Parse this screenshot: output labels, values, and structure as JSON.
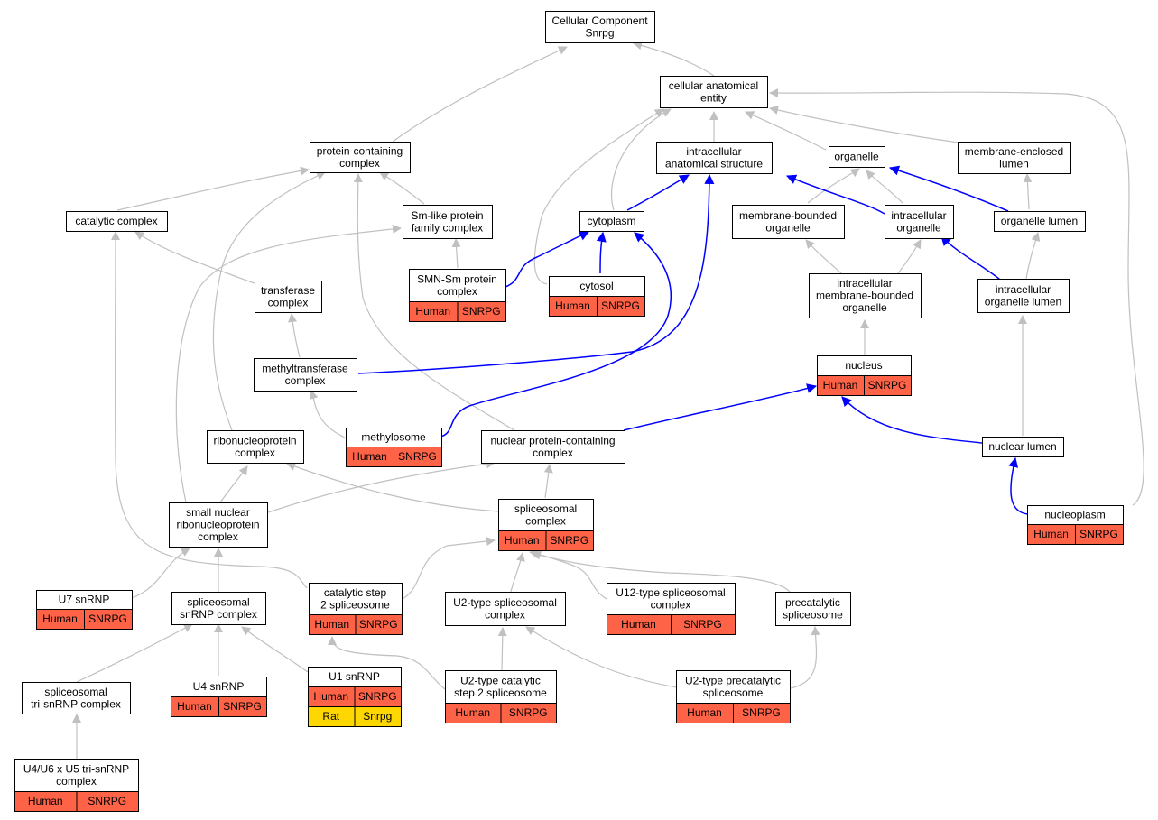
{
  "colors": {
    "human_cell": "#ff6347",
    "rat_cell": "#ffd700",
    "edge_default": "#c0c0c0",
    "edge_highlight": "#0000ff",
    "node_border": "#000000",
    "background": "#ffffff"
  },
  "nodes": {
    "root": {
      "lines": [
        "Cellular Component",
        "Snrpg"
      ]
    },
    "cellular_anatomical_entity": {
      "lines": [
        "cellular anatomical",
        "entity"
      ]
    },
    "protein_containing_complex": {
      "lines": [
        "protein-containing",
        "complex"
      ]
    },
    "intracellular_anatomical_structure": {
      "lines": [
        "intracellular",
        "anatomical structure"
      ]
    },
    "organelle": {
      "lines": [
        "organelle"
      ]
    },
    "membrane_enclosed_lumen": {
      "lines": [
        "membrane-enclosed",
        "lumen"
      ]
    },
    "catalytic_complex": {
      "lines": [
        "catalytic complex"
      ]
    },
    "sm_like_protein_family_complex": {
      "lines": [
        "Sm-like protein",
        "family complex"
      ]
    },
    "cytoplasm": {
      "lines": [
        "cytoplasm"
      ]
    },
    "membrane_bounded_organelle": {
      "lines": [
        "membrane-bounded",
        "organelle"
      ]
    },
    "intracellular_organelle": {
      "lines": [
        "intracellular",
        "organelle"
      ]
    },
    "organelle_lumen": {
      "lines": [
        "organelle lumen"
      ]
    },
    "smn_sm_protein_complex": {
      "lines": [
        "SMN-Sm protein",
        "complex"
      ],
      "cells": [
        [
          "Human",
          "SNRPG"
        ]
      ]
    },
    "cytosol": {
      "lines": [
        "cytosol"
      ],
      "cells": [
        [
          "Human",
          "SNRPG"
        ]
      ]
    },
    "transferase_complex": {
      "lines": [
        "transferase",
        "complex"
      ]
    },
    "intracellular_membrane_bounded_organelle": {
      "lines": [
        "intracellular",
        "membrane-bounded",
        "organelle"
      ]
    },
    "intracellular_organelle_lumen": {
      "lines": [
        "intracellular",
        "organelle lumen"
      ]
    },
    "methyltransferase_complex": {
      "lines": [
        "methyltransferase",
        "complex"
      ]
    },
    "nucleus": {
      "lines": [
        "nucleus"
      ],
      "cells": [
        [
          "Human",
          "SNRPG"
        ]
      ]
    },
    "methylosome": {
      "lines": [
        "methylosome"
      ],
      "cells": [
        [
          "Human",
          "SNRPG"
        ]
      ]
    },
    "ribonucleoprotein_complex": {
      "lines": [
        "ribonucleoprotein",
        "complex"
      ]
    },
    "nuclear_protein_containing_complex": {
      "lines": [
        "nuclear protein-containing",
        "complex"
      ]
    },
    "nuclear_lumen": {
      "lines": [
        "nuclear lumen"
      ]
    },
    "small_nuclear_ribonucleoprotein_complex": {
      "lines": [
        "small nuclear",
        "ribonucleoprotein",
        "complex"
      ]
    },
    "spliceosomal_complex": {
      "lines": [
        "spliceosomal",
        "complex"
      ],
      "cells": [
        [
          "Human",
          "SNRPG"
        ]
      ]
    },
    "nucleoplasm": {
      "lines": [
        "nucleoplasm"
      ],
      "cells": [
        [
          "Human",
          "SNRPG"
        ]
      ]
    },
    "u7_snrnp": {
      "lines": [
        "U7 snRNP"
      ],
      "cells": [
        [
          "Human",
          "SNRPG"
        ]
      ]
    },
    "spliceosomal_snrnp_complex": {
      "lines": [
        "spliceosomal",
        "snRNP complex"
      ]
    },
    "catalytic_step_2_spliceosome": {
      "lines": [
        "catalytic step",
        "2 spliceosome"
      ],
      "cells": [
        [
          "Human",
          "SNRPG"
        ]
      ]
    },
    "u2_type_spliceosomal_complex": {
      "lines": [
        "U2-type spliceosomal",
        "complex"
      ]
    },
    "u12_type_spliceosomal_complex": {
      "lines": [
        "U12-type spliceosomal",
        "complex"
      ],
      "cells": [
        [
          "Human",
          "SNRPG"
        ]
      ]
    },
    "precatalytic_spliceosome": {
      "lines": [
        "precatalytic",
        "spliceosome"
      ]
    },
    "spliceosomal_tri_snrnp_complex": {
      "lines": [
        "spliceosomal",
        "tri-snRNP complex"
      ]
    },
    "u4_snrnp": {
      "lines": [
        "U4 snRNP"
      ],
      "cells": [
        [
          "Human",
          "SNRPG"
        ]
      ]
    },
    "u1_snrnp": {
      "lines": [
        "U1 snRNP"
      ],
      "cells": [
        [
          "Human",
          "SNRPG"
        ],
        [
          "Rat",
          "Snrpg"
        ]
      ]
    },
    "u2_type_catalytic_step_2_spliceosome": {
      "lines": [
        "U2-type catalytic",
        "step 2 spliceosome"
      ],
      "cells": [
        [
          "Human",
          "SNRPG"
        ]
      ]
    },
    "u2_type_precatalytic_spliceosome": {
      "lines": [
        "U2-type precatalytic",
        "spliceosome"
      ],
      "cells": [
        [
          "Human",
          "SNRPG"
        ]
      ]
    },
    "u4_u6_x_u5_tri_snrnp_complex": {
      "lines": [
        "U4/U6 x U5 tri-snRNP",
        "complex"
      ],
      "cells": [
        [
          "Human",
          "SNRPG"
        ]
      ]
    }
  }
}
